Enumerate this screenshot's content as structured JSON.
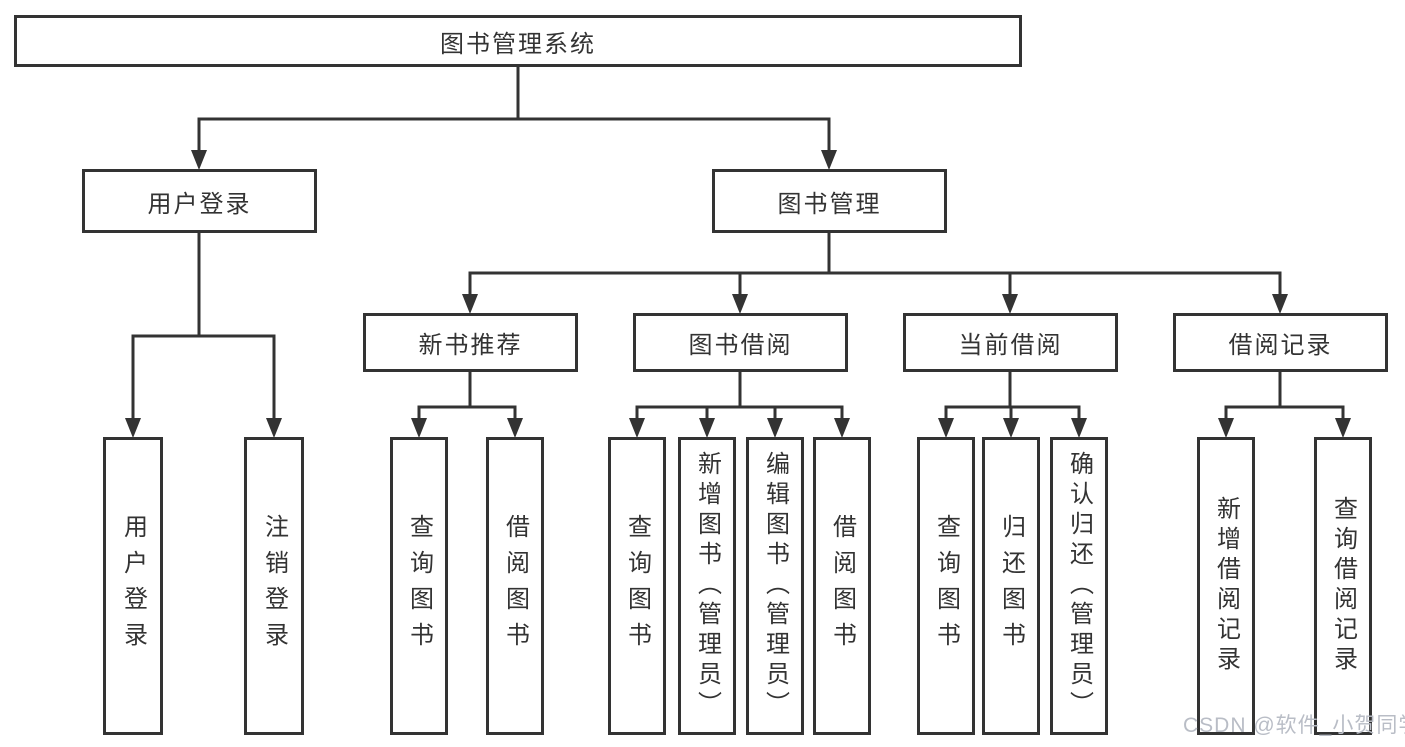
{
  "diagram_title": "图书管理系统",
  "watermark": "CSDN @软件_小贺同学",
  "colors": {
    "line": "#333333",
    "text": "#333333",
    "background": "#ffffff",
    "watermark": "#b9bdc6"
  },
  "tree": {
    "label": "图书管理系统",
    "children": [
      {
        "label": "用户登录",
        "children": [
          {
            "label": "用户登录"
          },
          {
            "label": "注销登录"
          }
        ]
      },
      {
        "label": "图书管理",
        "children": [
          {
            "label": "新书推荐",
            "children": [
              {
                "label": "查询图书"
              },
              {
                "label": "借阅图书"
              }
            ]
          },
          {
            "label": "图书借阅",
            "children": [
              {
                "label": "查询图书"
              },
              {
                "label": "新增图书（管理员）"
              },
              {
                "label": "编辑图书（管理员）"
              },
              {
                "label": "借阅图书"
              }
            ]
          },
          {
            "label": "当前借阅",
            "children": [
              {
                "label": "查询图书"
              },
              {
                "label": "归还图书"
              },
              {
                "label": "确认归还（管理员）"
              }
            ]
          },
          {
            "label": "借阅记录",
            "children": [
              {
                "label": "新增借阅记录"
              },
              {
                "label": "查询借阅记录"
              }
            ]
          }
        ]
      }
    ]
  }
}
